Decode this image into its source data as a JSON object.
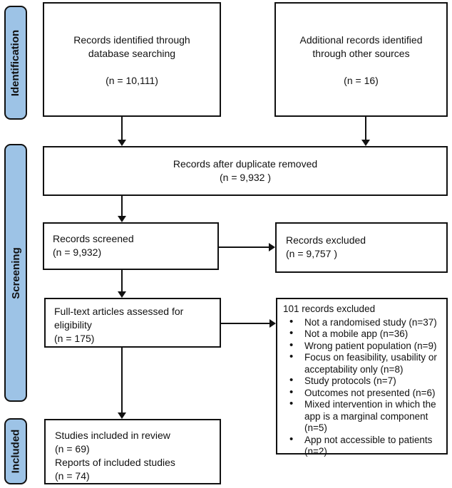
{
  "colors": {
    "stage_fill": "#9DC3E6",
    "box_border": "#111111",
    "box_fill": "#FFFFFF"
  },
  "stages": [
    {
      "label": "Identification"
    },
    {
      "label": "Screening"
    },
    {
      "label": "Included"
    }
  ],
  "boxes": {
    "database_search": {
      "text": "Records identified through database searching",
      "count": "(n = 10,111)"
    },
    "other_sources": {
      "text": "Additional records identified through other sources",
      "count": "(n = 16)"
    },
    "duplicates_removed": {
      "text": "Records after duplicate removed",
      "count": "(n = 9,932 )"
    },
    "records_screened": {
      "text": "Records screened",
      "count": "(n = 9,932)"
    },
    "records_excluded": {
      "text": "Records excluded",
      "count": "(n = 9,757 )"
    },
    "fulltext_assessed": {
      "text": "Full-text articles assessed for eligibility",
      "count": "(n = 175)"
    },
    "fulltext_excluded": {
      "title": "101 records excluded",
      "reasons": [
        "Not a randomised study (n=37)",
        "Not a mobile app (n=36)",
        "Wrong patient population (n=9)",
        "Focus on feasibility, usability or acceptability only (n=8)",
        "Study protocols (n=7)",
        "Outcomes not presented (n=6)",
        "Mixed intervention in which the app is a marginal component (n=5)",
        "App not accessible to patients (n=2)"
      ]
    },
    "included_studies": {
      "line1": "Studies included in review",
      "count1": "(n = 69)",
      "line2": "Reports of included studies",
      "count2": "(n = 74)"
    }
  }
}
